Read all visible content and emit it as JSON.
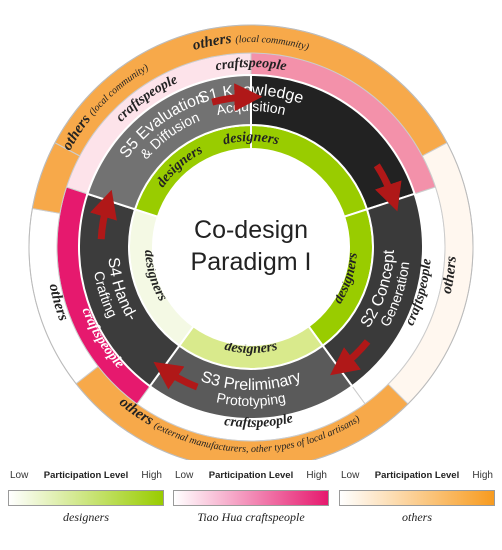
{
  "center": {
    "line1": "Co-design",
    "line2": "Paradigm I"
  },
  "stages": [
    {
      "code": "S1",
      "line1": "Knowledge",
      "line2": "Acquisition",
      "color": "#222222"
    },
    {
      "code": "S2",
      "line1": "Concept",
      "line2": "Generation",
      "color": "#3a3a3a"
    },
    {
      "code": "S3",
      "line1": "Preliminary",
      "line2": "Prototyping",
      "color": "#5a5a5a"
    },
    {
      "code": "S4",
      "line1": "Hand-",
      "line2": "Crafting",
      "color": "#3c3c3c"
    },
    {
      "code": "S5",
      "line1": "Evaluation",
      "line2": "& Diffusion",
      "color": "#727272"
    }
  ],
  "labels": {
    "designers": "designers",
    "craftspeople": "craftspeople",
    "others": "others",
    "others_local": "(local community)",
    "others_external": "(external manufacturers, other types of local artisans)"
  },
  "legend": {
    "low": "Low",
    "title": "Participation Level",
    "high": "High",
    "items": [
      {
        "name": "designers",
        "color": "#99cc00"
      },
      {
        "name": "Tiao Hua craftspeople",
        "color": "#e6196e"
      },
      {
        "name": "others",
        "color": "#f79b1f"
      }
    ]
  },
  "colors": {
    "designers": [
      "#99cc00",
      "#d9ea8c",
      "#f4f9e4"
    ],
    "craftspeople": [
      "#e6196e",
      "#f391aa",
      "#fde3ea",
      "#ffffff"
    ],
    "others": [
      "#f7a94a",
      "#fff7ef",
      "#ffffff"
    ],
    "arrow": "#b01818"
  },
  "participation": {
    "designers": {
      "S1": "high",
      "S2": "high",
      "S3": "medium",
      "S4": "low",
      "S5": "high"
    },
    "craftspeople": {
      "S1": "medium",
      "S2": "none",
      "S3": "none",
      "S4": "high",
      "S5": "low"
    },
    "others": {
      "S1": "high",
      "S2": "none",
      "S3": "high",
      "S4": "none",
      "S5": "high"
    }
  }
}
